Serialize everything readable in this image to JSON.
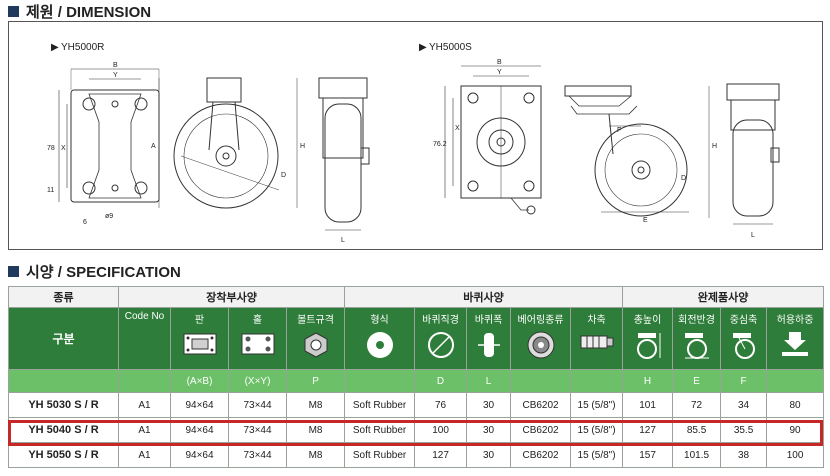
{
  "dimension": {
    "title": "제원 / DIMENSION",
    "left_model": "YH5000R",
    "right_model": "YH5000S",
    "labels": {
      "B": "B",
      "Y": "Y",
      "X": "X",
      "A": "A",
      "H": "H",
      "D": "D",
      "L": "L",
      "E": "E",
      "F": "F",
      "dim78": "78",
      "dim11": "11",
      "dim6": "6",
      "dim9": "ø9",
      "dim76": "76.2"
    }
  },
  "specification": {
    "title": "시양 / SPECIFICATION",
    "groups": {
      "type": "종류",
      "mount": "장착부사양",
      "wheel": "바퀴사양",
      "product": "완제품사양"
    },
    "headers": {
      "gubun": "구분",
      "code_no": "Code No",
      "plate": "판",
      "hole": "홀",
      "bolt": "볼트규격",
      "form": "형식",
      "wheel_dia": "바퀴직경",
      "wheel_width": "바퀴폭",
      "bearing": "베어링종류",
      "axle": "차축",
      "height": "총높이",
      "turn_radius": "회전반경",
      "offset": "중심축",
      "load": "허용하중"
    },
    "symbols": {
      "plate": "(A×B)",
      "hole": "(X×Y)",
      "bolt": "P",
      "wheel_dia": "D",
      "wheel_width": "L",
      "height": "H",
      "turn_radius": "E",
      "offset": "F"
    },
    "rows": [
      {
        "model": "YH 5030 S / R",
        "code": "A1",
        "plate": "94×64",
        "hole": "73×44",
        "bolt": "M8",
        "form": "Soft Rubber",
        "dia": "76",
        "width": "30",
        "bearing": "CB6202",
        "axle": "15 (5/8\")",
        "height": "101",
        "radius": "72",
        "offset": "34",
        "load": "80"
      },
      {
        "model": "YH 5040 S / R",
        "code": "A1",
        "plate": "94×64",
        "hole": "73×44",
        "bolt": "M8",
        "form": "Soft Rubber",
        "dia": "100",
        "width": "30",
        "bearing": "CB6202",
        "axle": "15 (5/8\")",
        "height": "127",
        "radius": "85.5",
        "offset": "35.5",
        "load": "90"
      },
      {
        "model": "YH 5050 S / R",
        "code": "A1",
        "plate": "94×64",
        "hole": "73×44",
        "bolt": "M8",
        "form": "Soft Rubber",
        "dia": "127",
        "width": "30",
        "bearing": "CB6202",
        "axle": "15 (5/8\")",
        "height": "157",
        "radius": "101.5",
        "offset": "38",
        "load": "100"
      }
    ],
    "highlight_color": "#c62828",
    "header_color": "#2e7d3a",
    "symbol_row_color": "#6cc068"
  }
}
